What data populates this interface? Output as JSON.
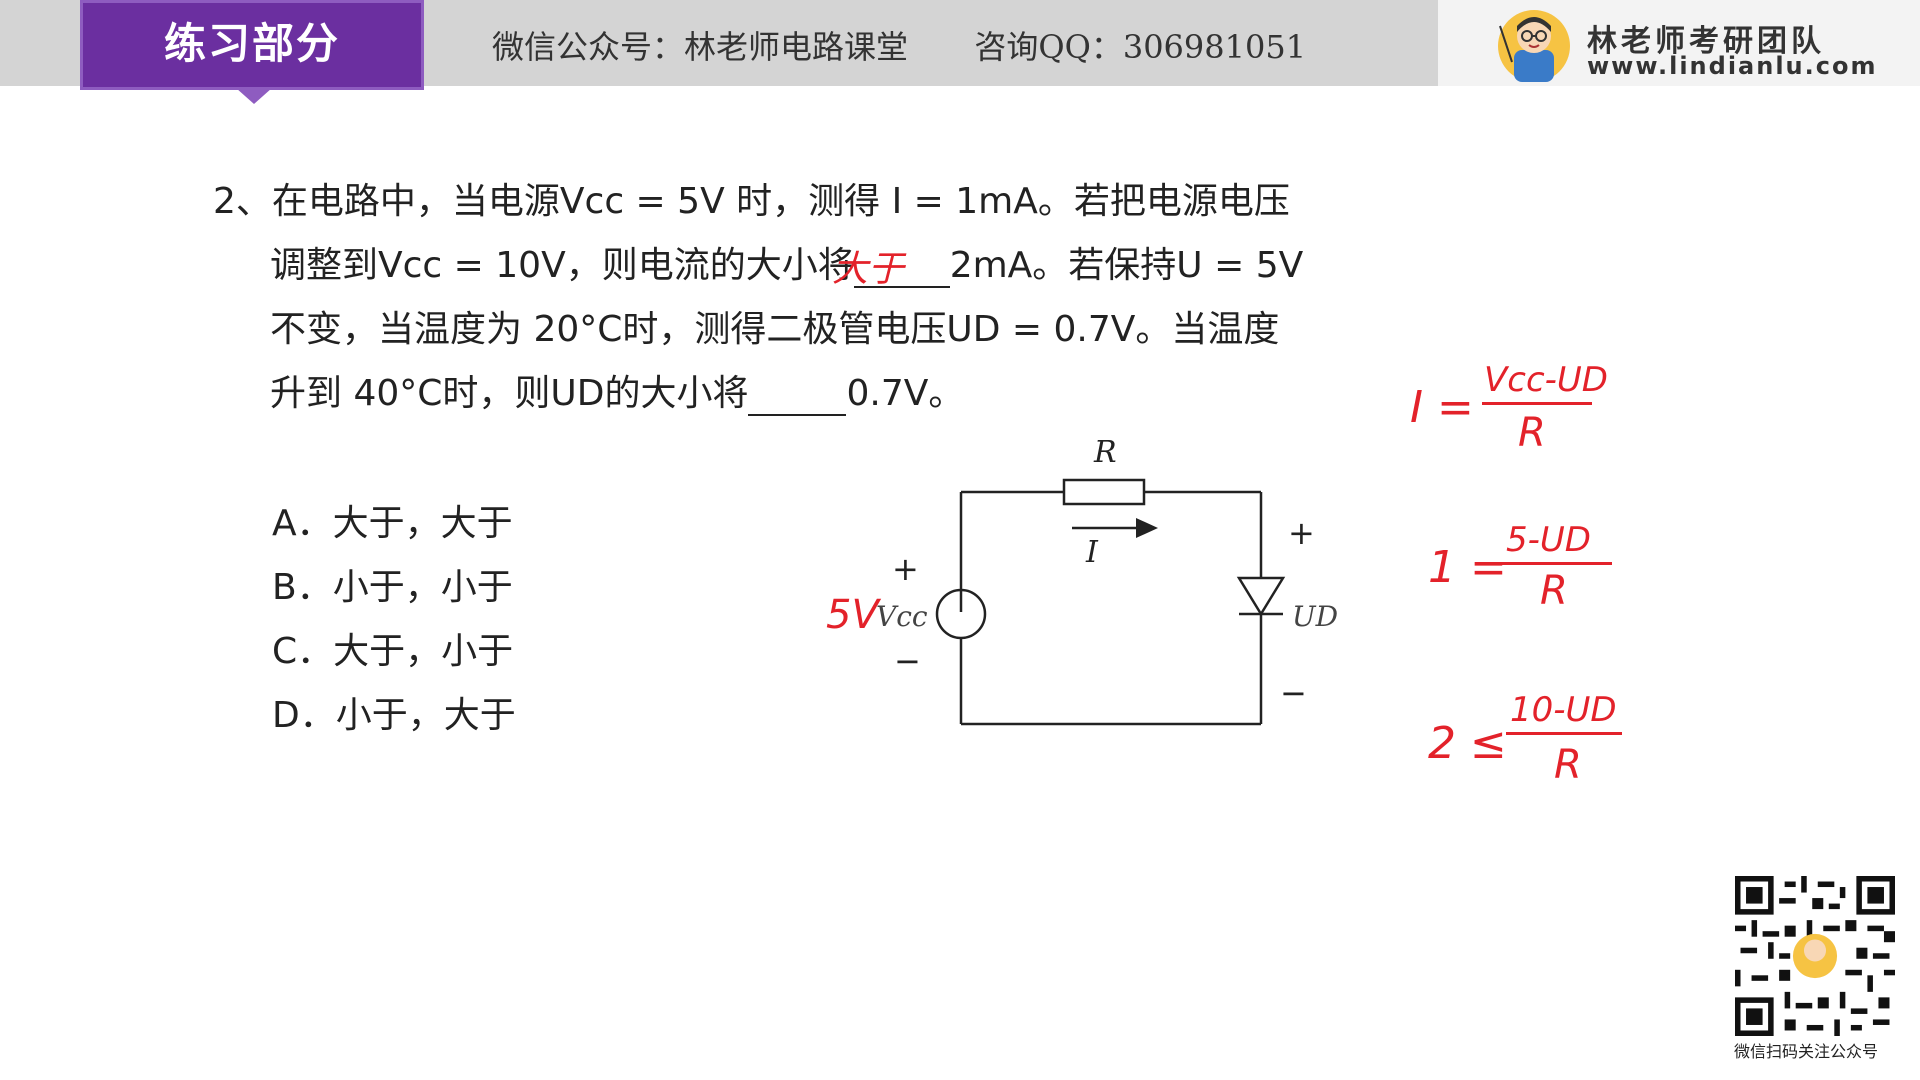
{
  "header": {
    "section_title": "练习部分",
    "wechat_label": "微信公众号：林老师电路课堂",
    "qq_label": "咨询QQ：306981051",
    "brand_name": "林老师考研团队",
    "brand_url": "www.lindianlu.com"
  },
  "question": {
    "line1": "2、在电路中，当电源Vcc = 5V 时，测得 I = 1mA。若把电源电压",
    "line2_a": "调整到Vcc = 10V，则电流的大小将",
    "line2_b": "2mA。若保持U = 5V",
    "line3": "不变，当温度为 20°C时，测得二极管电压UD = 0.7V。当温度",
    "line4_a": "升到 40°C时，则UD的大小将",
    "line4_b": "0.7V。",
    "options": [
      "A．大于，大于",
      "B．小于，小于",
      "C．大于，小于",
      "D．小于，大于"
    ]
  },
  "circuit": {
    "resistor_label": "R",
    "current_label": "I",
    "source_label": "Vcc",
    "diode_label": "UD",
    "plus": "+",
    "minus": "−"
  },
  "handwriting": {
    "blank_answer": "大于",
    "source_value": "5V",
    "eq1_left": "I =",
    "eq1_num": "Vcc-UD",
    "eq1_den": "R",
    "eq2_left": "1 =",
    "eq2_num": "5-UD",
    "eq2_den": "R",
    "eq3_left": "2 ≤",
    "eq3_num": "10-UD",
    "eq3_den": "R"
  },
  "footer": {
    "qr_caption": "微信扫码关注公众号"
  },
  "colors": {
    "header_bg": "#d4d4d4",
    "tab_purple": "#6b2fa0",
    "handwriting_red": "#e3222a"
  }
}
